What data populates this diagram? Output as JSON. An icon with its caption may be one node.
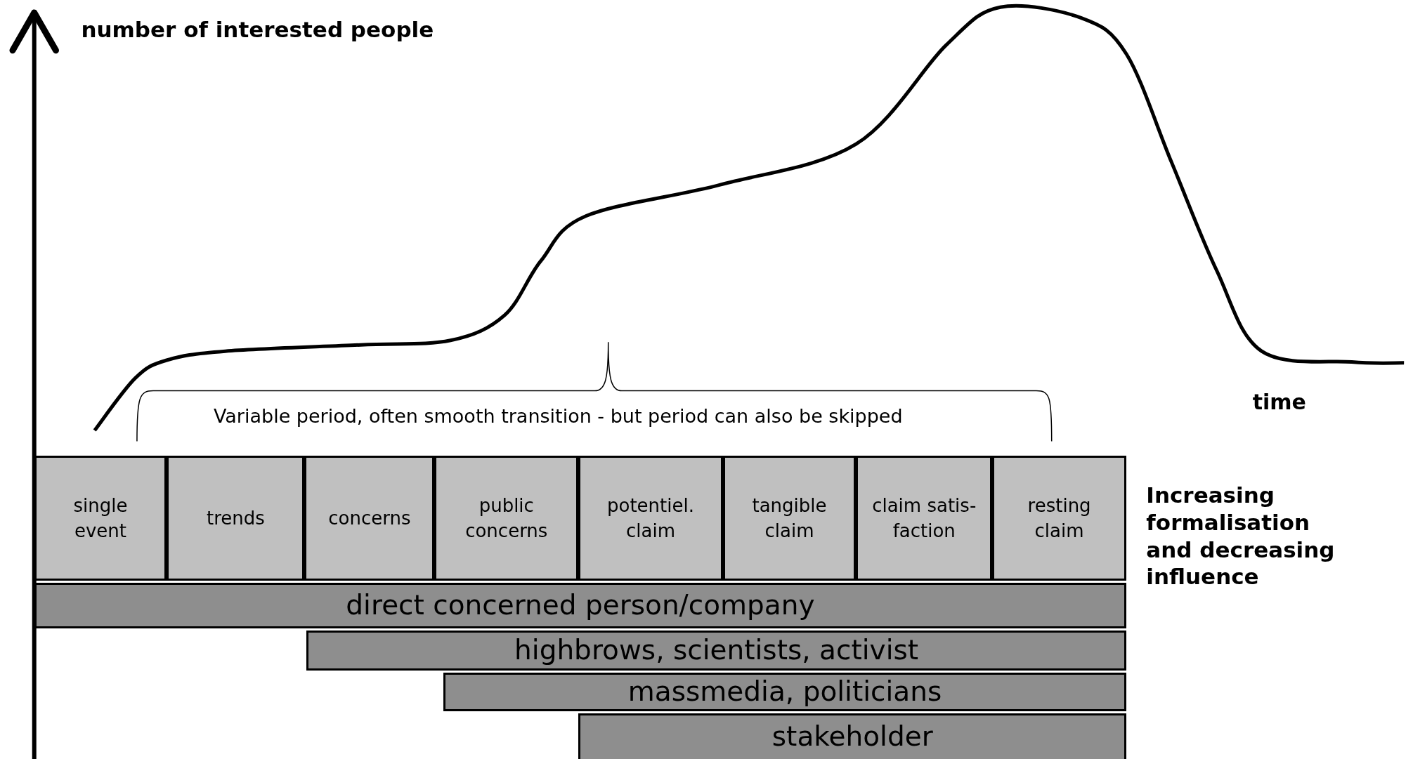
{
  "diagram": {
    "nodes": [
      {
        "text": [
          "single event"
        ]
      },
      {
        "text": [
          "trends"
        ]
      },
      {
        "text": [
          "concerns"
        ]
      },
      {
        "text": [
          "public concerns"
        ]
      },
      {
        "text": [
          "potentiel. claim"
        ]
      },
      {
        "text": [
          "tangible claim"
        ]
      },
      {
        "text": [
          "claim satis- faction"
        ]
      },
      {
        "text": [
          "resting claim"
        ]
      },
      {
        "text": [
          "direct concerned person/company"
        ]
      },
      {
        "text": [
          "highbrows, scientists, activist"
        ]
      },
      {
        "text": [
          "massmedia, politicians"
        ]
      },
      {
        "text": [
          "stakeholder"
        ]
      }
    ],
    "labels": [
      "number of interested people",
      "Variable period, often smooth transition - but period can also be skipped",
      "time",
      "Increasing formalisation and decreasing influence"
    ]
  }
}
